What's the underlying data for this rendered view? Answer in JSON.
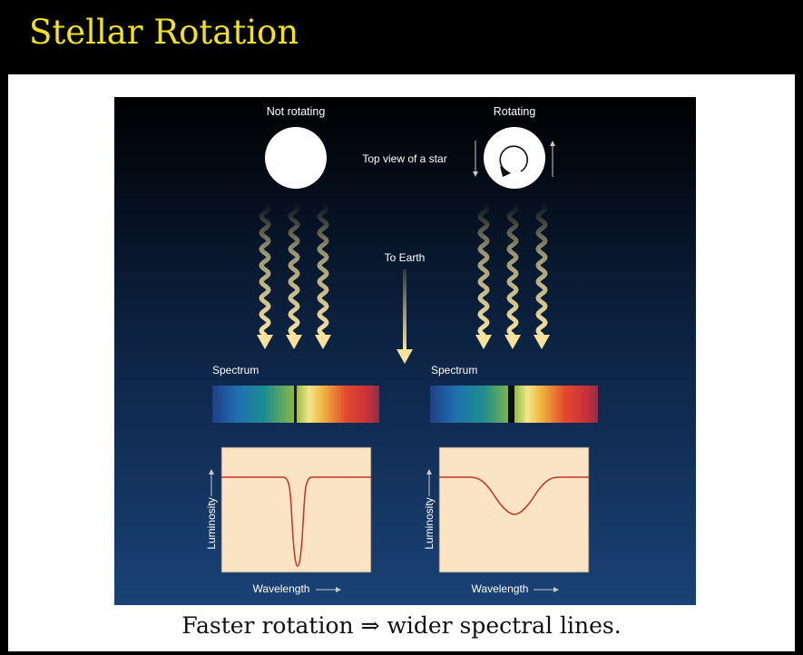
{
  "slide": {
    "title": "Stellar Rotation",
    "caption": "Faster rotation ⇒ wider spectral lines."
  },
  "figure": {
    "not_rotating_label": "Not rotating",
    "rotating_label": "Rotating",
    "top_view_label": "Top view of a star",
    "to_earth_label": "To Earth",
    "spectrum_label_left": "Spectrum",
    "spectrum_label_right": "Spectrum",
    "ylabel_left": "Luminosity",
    "ylabel_right": "Luminosity",
    "xlabel_left": "Wavelength",
    "xlabel_right": "Wavelength"
  },
  "colors": {
    "title": "#f2e21d",
    "figure_bg_top": "#000000",
    "figure_bg_bottom": "#1a4276",
    "wave_arrow": "#f6e29a",
    "plot_bg": "#fbe4c4",
    "absorption_line": "#c53228"
  }
}
